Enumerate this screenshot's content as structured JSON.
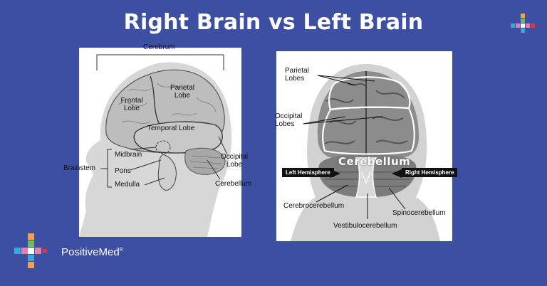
{
  "title": "Right Brain vs Left Brain",
  "brand": {
    "name": "PositiveMed",
    "mark": "®"
  },
  "left_diagram": {
    "labels": {
      "cerebrum": "Cerebrum",
      "frontal": "Frontal",
      "frontal2": "Lobe",
      "parietal": "Parietal",
      "parietal2": "Lobe",
      "temporal": "Temporal Lobe",
      "midbrain": "Midbrain",
      "brainstem": "Brainstem",
      "pons": "Pons",
      "medulla": "Medulla",
      "occipital": "Occipital",
      "occipital2": "Lobe",
      "cerebellum": "Cerebellum"
    }
  },
  "right_diagram": {
    "labels": {
      "parietal": "Parietal",
      "parietal2": "Lobes",
      "occipital": "Occipital",
      "occipital2": "Lobes",
      "cerebellum": "Cerebellum",
      "left_hemisphere": "Left Hemisphere",
      "right_hemisphere": "Right Hemisphere",
      "cerebrocerebellum": "Cerebrocerebellum",
      "spinocerebellum": "Spinocerebellum",
      "vestibulocerebellum": "Vestibulocerebellum"
    }
  },
  "colors": {
    "background": "#3d4fa3",
    "logo_pink": "#e17fb2",
    "logo_orange": "#f6a04d",
    "logo_blue": "#3aa6e0",
    "logo_green": "#6cbf58",
    "logo_red": "#e2353c"
  }
}
